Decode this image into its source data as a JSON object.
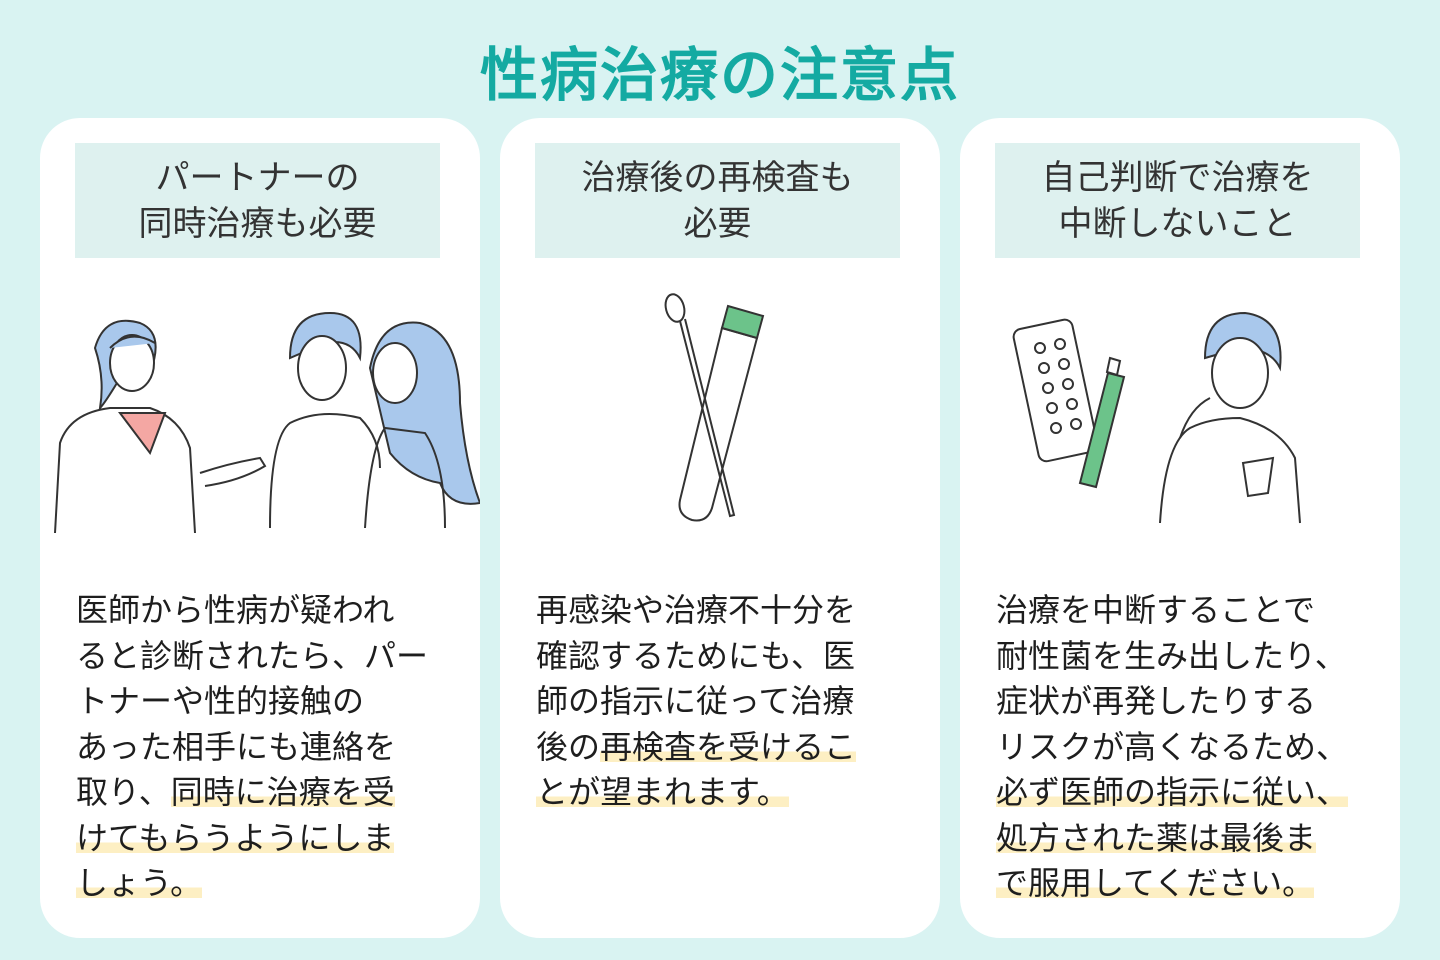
{
  "title": "性病治療の注意点",
  "cards": [
    {
      "heading": [
        "パートナーの",
        "同時治療も必要"
      ],
      "lines": [
        {
          "text": "医師から性病が疑われ",
          "hl": ""
        },
        {
          "text": "ると診断されたら、パー",
          "hl": ""
        },
        {
          "text": "トナーや性的接触の",
          "hl": ""
        },
        {
          "text": "あった相手にも連絡を",
          "hl": ""
        },
        {
          "text": "取り、",
          "hl": "同時に治療を受"
        },
        {
          "text": "",
          "hl": "けてもらうようにしま"
        },
        {
          "text": "",
          "hl": "しょう。"
        }
      ]
    },
    {
      "heading": [
        "治療後の再検査も",
        "必要"
      ],
      "lines": [
        {
          "text": "再感染や治療不十分を",
          "hl": ""
        },
        {
          "text": "確認するためにも、医",
          "hl": ""
        },
        {
          "text": "師の指示に従って治療",
          "hl": ""
        },
        {
          "text": "後の",
          "hl": "再検査を受けるこ"
        },
        {
          "text": "",
          "hl": "とが望まれます。"
        }
      ]
    },
    {
      "heading": [
        "自己判断で治療を",
        "中断しないこと"
      ],
      "lines": [
        {
          "text": "治療を中断することで",
          "hl": ""
        },
        {
          "text": "耐性菌を生み出したり、",
          "hl": ""
        },
        {
          "text": "症状が再発したりする",
          "hl": ""
        },
        {
          "text": "リスクが高くなるため、",
          "hl": ""
        },
        {
          "text": "",
          "hl": "必ず医師の指示に従い、"
        },
        {
          "text": "",
          "hl": "処方された薬は最後ま"
        },
        {
          "text": "",
          "hl": "で服用してください。"
        }
      ]
    }
  ],
  "colors": {
    "accent": "#14aaa2",
    "background": "#d9f3f2",
    "heading_box": "#def1ef",
    "highlight": "#fdefc3",
    "hair": "#a9c8ec",
    "cap": "#6cc38a"
  }
}
